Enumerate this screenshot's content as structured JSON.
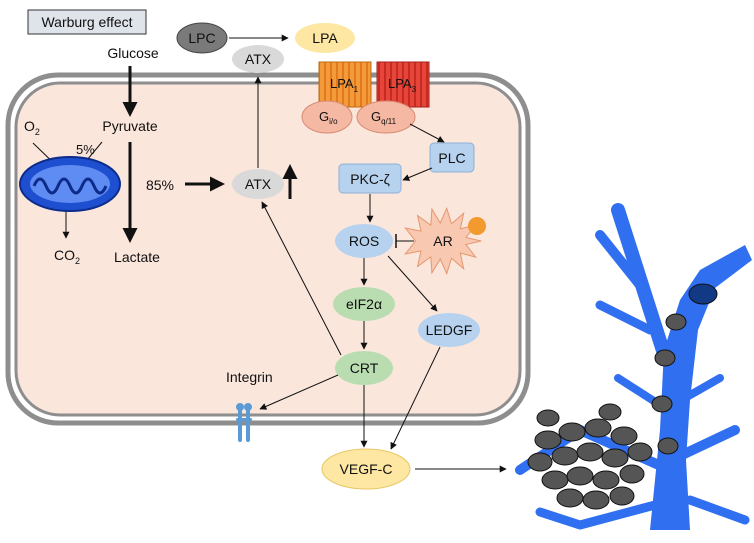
{
  "box_label": "Warburg effect",
  "metabolism": {
    "glucose": "Glucose",
    "pyruvate": "Pyruvate",
    "lactate": "Lactate",
    "o2": "O",
    "o2_sub": "2",
    "co2": "CO",
    "co2_sub": "2",
    "pct_mito": "5%",
    "pct_atx": "85%"
  },
  "nodes": {
    "lpc": "LPC",
    "atx_top": "ATX",
    "lpa": "LPA",
    "lpa1": "LPA",
    "lpa1_sub": "1",
    "lpa3": "LPA",
    "lpa3_sub": "3",
    "gio": "G",
    "gio_sub": "i/o",
    "gq": "G",
    "gq_sub": "q/11",
    "plc": "PLC",
    "pkc": "PKC-ζ",
    "atx_mid": "ATX",
    "ros": "ROS",
    "ar": "AR",
    "eif2a": "eIF2α",
    "ledgf": "LEDGF",
    "crt": "CRT",
    "integrin": "Integrin",
    "vegfc": "VEGF-C"
  },
  "colors": {
    "cell_fill": "#fbe6dc",
    "mito_blue": "#1f4fd1",
    "vessel_blue": "#2f6ff0",
    "green_node": "#b9ddb0",
    "blue_node": "#b7d2ee",
    "yellow_node": "#fde7a2",
    "gray_node": "#d9d9d9",
    "lpa_receptor_orange": "#f39a3a",
    "lpa_receptor_red": "#e8453a",
    "g_protein": "#f5b8a2",
    "ar_fill": "#f8c8b0",
    "ar_dot": "#f29a2e"
  }
}
